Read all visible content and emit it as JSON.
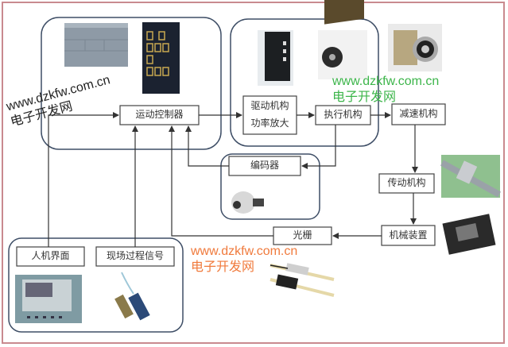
{
  "diagram": {
    "title": "Motion control system block diagram",
    "nodes": {
      "motion_controller": "运动控制器",
      "drive_line1": "驱动机构",
      "drive_line2": "功率放大",
      "actuator": "执行机构",
      "reducer": "减速机构",
      "encoder": "编码器",
      "transmission": "传动机构",
      "mechanical_device": "机械装置",
      "grating": "光栅",
      "hmi": "人机界面",
      "field_signal": "现场过程信号"
    },
    "images": [
      {
        "name": "plc-image",
        "label": "PLC"
      },
      {
        "name": "motion-card-image",
        "label": "motion controller card"
      },
      {
        "name": "servo-drive-image",
        "label": "servo drive"
      },
      {
        "name": "servo-motor-image",
        "label": "servo motor"
      },
      {
        "name": "gear-reducer-image",
        "label": "gear reducer"
      },
      {
        "name": "ball-screw-image",
        "label": "ball screw"
      },
      {
        "name": "linear-stage-image",
        "label": "linear stage"
      },
      {
        "name": "encoder-image",
        "label": "rotary encoder"
      },
      {
        "name": "grating-scale-image",
        "label": "linear grating scale"
      },
      {
        "name": "hmi-panel-image",
        "label": "HMI panel"
      },
      {
        "name": "proximity-sensor-image",
        "label": "proximity sensors"
      }
    ]
  },
  "watermarks": [
    {
      "line1": "www.dzkfw.com.cn",
      "line2": "电子开发网",
      "color": "#222222"
    },
    {
      "line1": "www.dzkfw.com.cn",
      "line2": "电子开发网",
      "color": "#3cb54a"
    },
    {
      "line1": "www.dzkfw.com.cn",
      "line2": "电子开发网",
      "color": "#f07a3c"
    }
  ],
  "colors": {
    "frame": "#c98a8f",
    "group_border": "#3e4e66",
    "box_border": "#444444",
    "line": "#333333"
  }
}
